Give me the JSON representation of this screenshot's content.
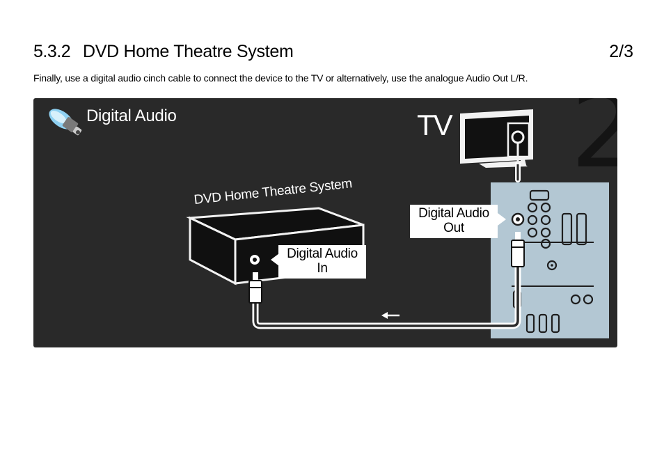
{
  "header": {
    "section_number": "5.3.2",
    "title": "DVD Home Theatre System",
    "page_counter": "2/3"
  },
  "intro_text": "Finally, use a digital audio cinch cable to connect the device to the TV or alternatively, use the analogue Audio Out L/R.",
  "illustration": {
    "title": "Digital Audio",
    "tv_label": "TV",
    "step_number": "2",
    "device_label": "DVD Home Theatre System",
    "callout_in": {
      "line1": "Digital Audio",
      "line2": "In"
    },
    "callout_out": {
      "line1": "Digital Audio",
      "line2": "Out"
    },
    "icons": [
      "cinch-plug-icon",
      "tv-icon",
      "arrow-left-icon"
    ],
    "colors": {
      "background": "#292929",
      "panel": "#b3c7d3",
      "cable": "#ffffff"
    }
  }
}
